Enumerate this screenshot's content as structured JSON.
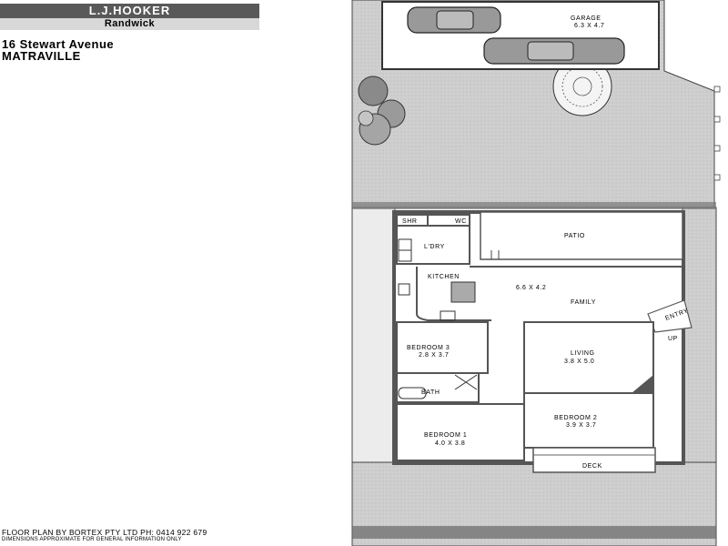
{
  "agency": {
    "name": "L.J.HOOKER",
    "office": "Randwick"
  },
  "address": {
    "street": "16 Stewart Avenue",
    "suburb": "MATRAVILLE"
  },
  "rooms": {
    "garage": {
      "name": "GARAGE",
      "size": "6.3 X 4.7"
    },
    "patio": {
      "name": "PATIO"
    },
    "laundry": {
      "name": "L'DRY"
    },
    "shower": {
      "name": "SHR"
    },
    "wc": {
      "name": "WC"
    },
    "kitchen": {
      "name": "KITCHEN"
    },
    "family": {
      "name": "FAMILY",
      "size": "6.6 X 4.2"
    },
    "entry": {
      "name": "ENTRY"
    },
    "up": {
      "name": "UP"
    },
    "bedroom3": {
      "name": "BEDROOM 3",
      "size": "2.8 X 3.7"
    },
    "living": {
      "name": "LIVING",
      "size": "3.8 X 5.0"
    },
    "bath": {
      "name": "BATH"
    },
    "bedroom2": {
      "name": "BEDROOM 2",
      "size": "3.9 X 3.7"
    },
    "bedroom1": {
      "name": "BEDROOM 1",
      "size": "4.0 X 3.8"
    },
    "deck": {
      "name": "DECK"
    }
  },
  "footer": {
    "credit": "FLOOR PLAN BY BORTEX PTY LTD PH: 0414 922 679",
    "note": "DIMENSIONS APPROXIMATE FOR GENERAL INFORMATION ONLY"
  },
  "colors": {
    "brand_bar": "#595959",
    "office_bar": "#d8d8d8",
    "yard": "#cfcfcf",
    "wall": "#555555"
  }
}
